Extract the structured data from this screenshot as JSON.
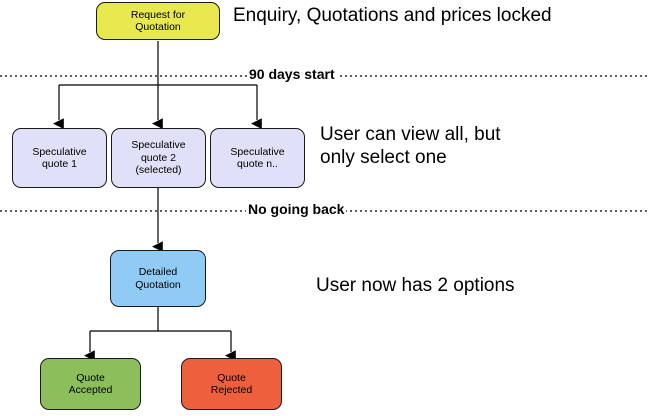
{
  "diagram": {
    "type": "flowchart",
    "title_annotation": "Enquiry, Quotations and prices locked",
    "colors": {
      "yellow": "#e8e84f",
      "lavender": "#e0e0f8",
      "blue": "#8fcbf5",
      "green": "#8cbf5c",
      "red": "#ee5f3e",
      "stroke": "#1a1a1a",
      "background": "#ffffff"
    },
    "nodes": [
      {
        "id": "request-for-quotation",
        "label": "Request for\nQuotation"
      },
      {
        "id": "speculative-quote-1",
        "label": "Speculative\nquote 1"
      },
      {
        "id": "speculative-quote-2",
        "label": "Speculative\nquote 2\n(selected)"
      },
      {
        "id": "speculative-quote-n",
        "label": "Speculative\nquote n.."
      },
      {
        "id": "detailed-quotation",
        "label": "Detailed\nQuotation"
      },
      {
        "id": "quote-accepted",
        "label": "Quote\nAccepted"
      },
      {
        "id": "quote-rejected",
        "label": "Quote\nRejected"
      }
    ],
    "dividers": [
      {
        "id": "divider-90-days",
        "label": "90 days start"
      },
      {
        "id": "divider-no-going-back",
        "label": "No going back"
      }
    ],
    "annotations": [
      {
        "id": "annotation-top",
        "text": "Enquiry, Quotations and prices locked"
      },
      {
        "id": "annotation-middle",
        "text": "User can view all, but\nonly select one"
      },
      {
        "id": "annotation-bottom",
        "text": "User now has 2 options"
      }
    ]
  }
}
